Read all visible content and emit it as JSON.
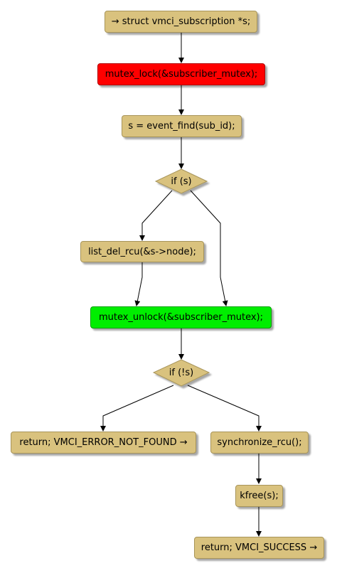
{
  "diagram": {
    "nodes": {
      "declare": "→ struct vmci_subscription *s;",
      "mutex_lock": "mutex_lock(&subscriber_mutex);",
      "event_find": "s = event_find(sub_id);",
      "if_s": "if (s)",
      "list_del": "list_del_rcu(&s->node);",
      "mutex_unlock": "mutex_unlock(&subscriber_mutex);",
      "if_not_s": "if (!s)",
      "return_not_found": "return; VMCI_ERROR_NOT_FOUND →",
      "synchronize": "synchronize_rcu();",
      "kfree": "kfree(s);",
      "return_success": "return; VMCI_SUCCESS →"
    },
    "colors": {
      "default_fill": "#d9c27e",
      "lock_fill": "#ff0000",
      "unlock_fill": "#00ee00",
      "edge": "#000000"
    }
  }
}
